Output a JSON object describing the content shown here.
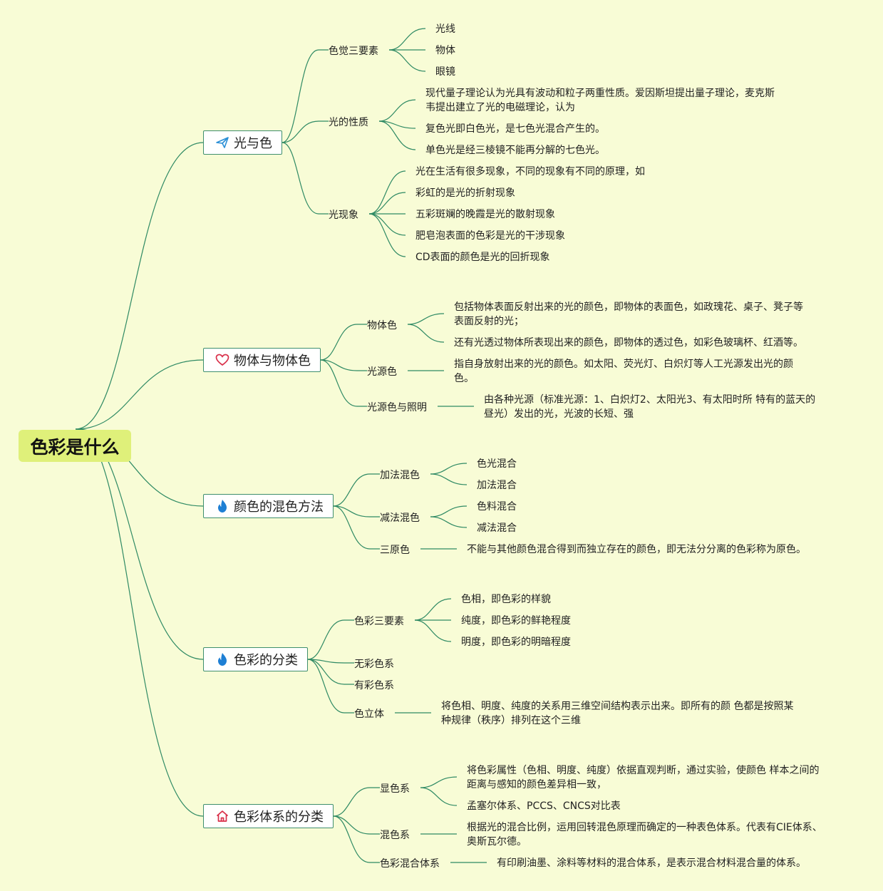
{
  "colors": {
    "background": "#f8fcd6",
    "line": "#2f8a64",
    "root_fill": "#dff07a",
    "box_border": "#3f8f6c"
  },
  "root": {
    "label": "色彩是什么"
  },
  "branches": [
    {
      "label": "光与色",
      "icon": "paper-plane-icon",
      "children": [
        {
          "label": "色觉三要素",
          "items": [
            "光线",
            "物体",
            "眼镜"
          ]
        },
        {
          "label": "光的性质",
          "items": [
            "现代量子理论认为光具有波动和粒子两重性质。爱因斯坦提出量子理论，麦克斯韦提出建立了光的电磁理论，认为",
            "复色光即白色光，是七色光混合产生的。",
            "单色光是经三棱镜不能再分解的七色光。"
          ]
        },
        {
          "label": "光现象",
          "items": [
            "光在生活有很多现象，不同的现象有不同的原理，如",
            "彩虹的是光的折射现象",
            "五彩斑斓的晚霞是光的散射现象",
            "肥皂泡表面的色彩是光的干涉现象",
            "CD表面的颜色是光的回折现象"
          ]
        }
      ]
    },
    {
      "label": "物体与物体色",
      "icon": "heart-icon",
      "children": [
        {
          "label": "物体色",
          "items": [
            "包括物体表面反射出来的光的颜色，即物体的表面色，如政瑰花、桌子、凳子等表面反射的光；",
            "还有光透过物体所表现出来的颜色，即物体的透过色，如彩色玻璃杯、红酒等。"
          ]
        },
        {
          "label": "光源色",
          "items": [
            "指自身放射出来的光的颜色。如太阳、荧光灯、白炽灯等人工光源发出光的颜色。"
          ]
        },
        {
          "label": "光源色与照明",
          "items": [
            "由各种光源（标准光源：1、白炽灯2、太阳光3、有太阳时所 特有的蓝天的昼光）发出的光，光波的长短、强"
          ]
        }
      ]
    },
    {
      "label": "颜色的混色方法",
      "icon": "flame-icon",
      "children": [
        {
          "label": "加法混色",
          "items": [
            "色光混合",
            "加法混合"
          ]
        },
        {
          "label": "减法混色",
          "items": [
            "色料混合",
            "减法混合"
          ]
        },
        {
          "label": "三原色",
          "items": [
            "不能与其他颜色混合得到而独立存在的颜色，即无法分分离的色彩称为原色。"
          ]
        }
      ]
    },
    {
      "label": "色彩的分类",
      "icon": "flame-icon",
      "children": [
        {
          "label": "色彩三要素",
          "items": [
            "色相，即色彩的样貌",
            "纯度，即色彩的鲜艳程度",
            "明度，即色彩的明暗程度"
          ]
        },
        {
          "label": "无彩色系",
          "items": []
        },
        {
          "label": "有彩色系",
          "items": []
        },
        {
          "label": "色立体",
          "items": [
            "将色相、明度、纯度的关系用三维空间结构表示出来。即所有的颜 色都是按照某种规律（秩序）排列在这个三维"
          ]
        }
      ]
    },
    {
      "label": "色彩体系的分类",
      "icon": "home-icon",
      "children": [
        {
          "label": "显色系",
          "items": [
            "将色彩属性（色相、明度、纯度）依据直观判断，通过实验，使颜色 样本之间的距离与感知的颜色差异相一致，",
            "孟塞尔体系、PCCS、CNCS对比表"
          ]
        },
        {
          "label": "混色系",
          "items": [
            "根据光的混合比例，运用回转混色原理而确定的一种表色体系。代表有CIE体系、奥斯瓦尔德。"
          ]
        },
        {
          "label": "色彩混合体系",
          "items": [
            "有印刷油墨、涂料等材料的混合体系，是表示混合材料混合量的体系。"
          ]
        }
      ]
    }
  ]
}
